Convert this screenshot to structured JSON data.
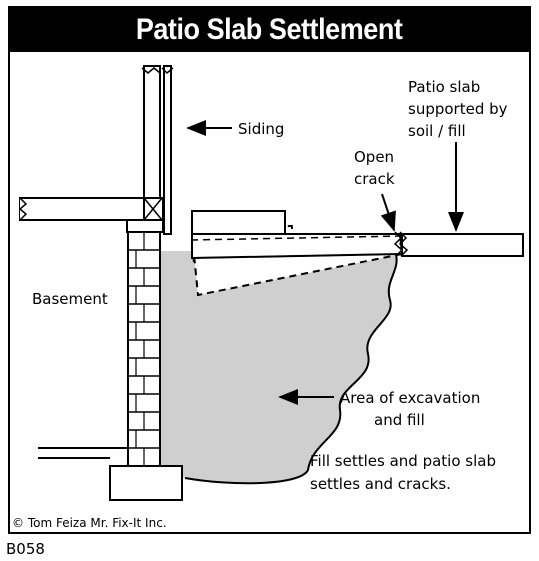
{
  "title": "Patio Slab Settlement",
  "labels": {
    "siding": "Siding",
    "patio_slab": [
      "Patio slab",
      "supported by",
      "soil / fill"
    ],
    "open_crack": [
      "Open",
      "crack"
    ],
    "basement": "Basement",
    "excavation": [
      "Area of excavation",
      "and fill"
    ],
    "fill_note": [
      "Fill settles and patio slab",
      "settles and cracks."
    ]
  },
  "copyright": "© Tom Feiza Mr. Fix-It Inc.",
  "code": "B058",
  "colors": {
    "fill_area": "#cfcfcf",
    "title_bg": "#000000",
    "title_fg": "#ffffff"
  }
}
